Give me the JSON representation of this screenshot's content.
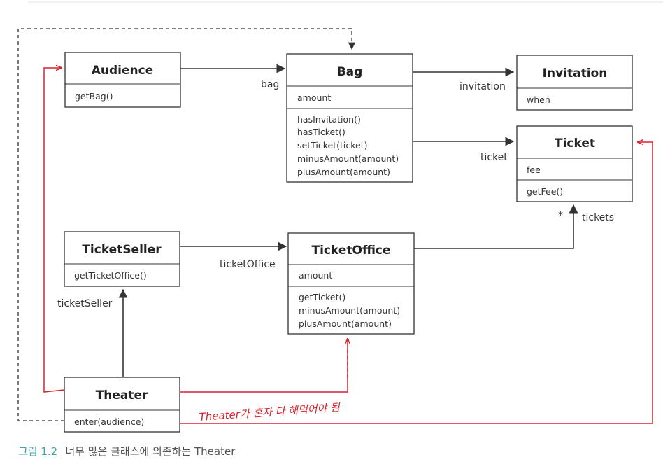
{
  "classes": {
    "audience": {
      "name": "Audience",
      "members": [
        "getBag()"
      ]
    },
    "bag": {
      "name": "Bag",
      "attributes": [
        "amount"
      ],
      "methods": [
        "hasInvitation()",
        "hasTicket()",
        "setTicket(ticket)",
        "minusAmount(amount)",
        "plusAmount(amount)"
      ]
    },
    "invitation": {
      "name": "Invitation",
      "members": [
        "when"
      ]
    },
    "ticket": {
      "name": "Ticket",
      "attributes": [
        "fee"
      ],
      "methods": [
        "getFee()"
      ]
    },
    "ticketSeller": {
      "name": "TicketSeller",
      "members": [
        "getTicketOffice()"
      ]
    },
    "ticketOffice": {
      "name": "TicketOffice",
      "attributes": [
        "amount"
      ],
      "methods": [
        "getTicket()",
        "minusAmount(amount)",
        "plusAmount(amount)"
      ]
    },
    "theater": {
      "name": "Theater",
      "members": [
        "enter(audience)"
      ]
    }
  },
  "roles": {
    "bag": "bag",
    "invitation": "invitation",
    "ticket": "ticket",
    "tickets": "tickets",
    "multiplicity": "*",
    "ticketOffice": "ticketOffice",
    "ticketSeller": "ticketSeller"
  },
  "annotation": "Theater가 혼자 다 해먹어야 됨",
  "caption": {
    "number": "그림 1.2",
    "text": "너무 많은 클래스에 의존하는 Theater"
  },
  "colors": {
    "annotation": "#d8222b",
    "caption_number": "#3aa7a7",
    "lines": "#333333"
  }
}
